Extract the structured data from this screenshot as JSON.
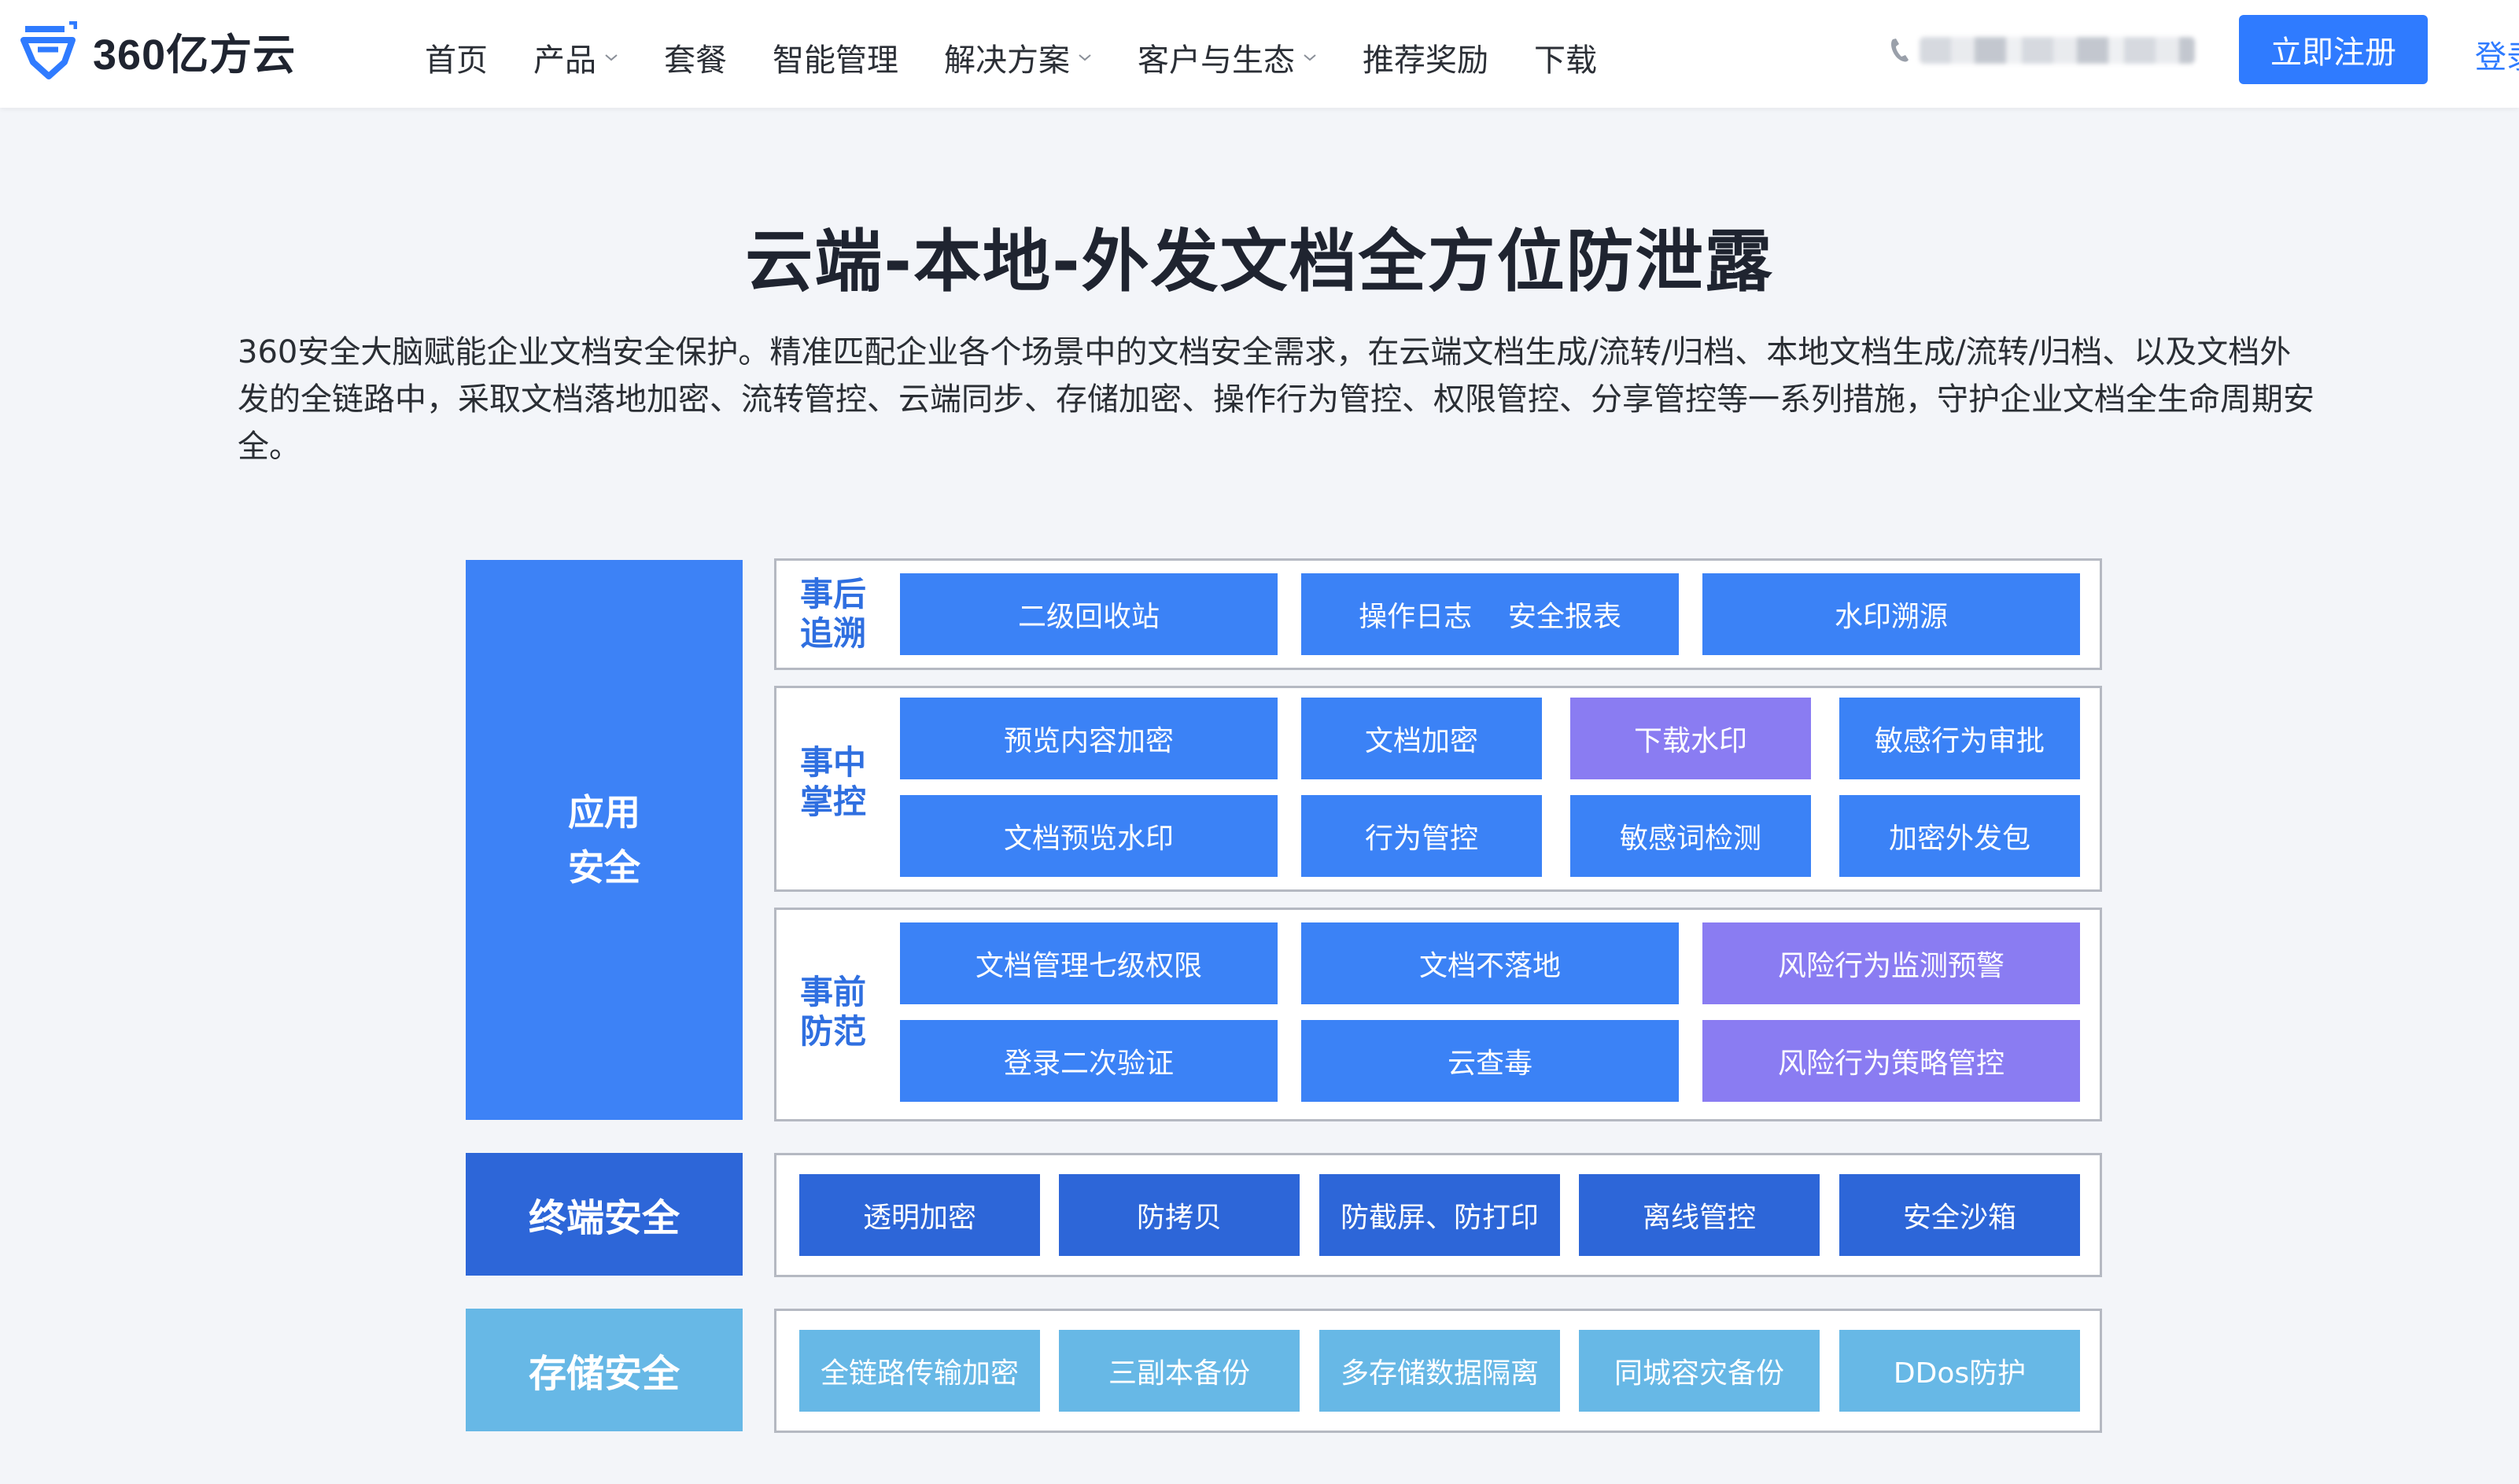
{
  "header": {
    "logo_text": "360亿方云",
    "nav": [
      {
        "label": "首页",
        "has_dropdown": false
      },
      {
        "label": "产品",
        "has_dropdown": true
      },
      {
        "label": "套餐",
        "has_dropdown": false
      },
      {
        "label": "智能管理",
        "has_dropdown": false
      },
      {
        "label": "解决方案",
        "has_dropdown": true
      },
      {
        "label": "客户与生态",
        "has_dropdown": true
      },
      {
        "label": "推荐奖励",
        "has_dropdown": false
      },
      {
        "label": "下载",
        "has_dropdown": false
      }
    ],
    "register_label": "立即注册",
    "login_label": "登录"
  },
  "content": {
    "title": "云端-本地-外发文档全方位防泄露",
    "intro": "360安全大脑赋能企业文档安全保护。精准匹配企业各个场景中的文档安全需求，在云端文档生成/流转/归档、本地文档生成/流转/归档、以及文档外发的全链路中，采取文档落地加密、流转管控、云端同步、存储加密、操作行为管控、权限管控、分享管控等一系列措施，守护企业文档全生命周期安全。"
  },
  "diagram": {
    "app_security": "应用\n安全",
    "terminal_security": "终端安全",
    "storage_security": "存储安全",
    "after": {
      "label": "事后\n追溯",
      "items": [
        "二级回收站",
        "操作日志    安全报表",
        "水印溯源"
      ]
    },
    "during": {
      "label": "事中\n掌控",
      "items": [
        "预览内容加密",
        "文档加密",
        "下载水印",
        "敏感行为审批",
        "文档预览水印",
        "行为管控",
        "敏感词检测",
        "加密外发包"
      ]
    },
    "before": {
      "label": "事前\n防范",
      "items": [
        "文档管理七级权限",
        "文档不落地",
        "风险行为监测预警",
        "登录二次验证",
        "云查毒",
        "风险行为策略管控"
      ]
    },
    "terminal_items": [
      "透明加密",
      "防拷贝",
      "防截屏、防打印",
      "离线管控",
      "安全沙箱"
    ],
    "storage_items": [
      "全链路传输加密",
      "三副本备份",
      "多存储数据隔离",
      "同城容灾备份",
      "DDos防护"
    ]
  },
  "colors": {
    "primary_blue": "#3b82f6",
    "purple": "#8a7cf2",
    "dark_blue": "#2d66d8",
    "light_blue": "#67b8e6",
    "label_blue": "#2f6fe0"
  }
}
